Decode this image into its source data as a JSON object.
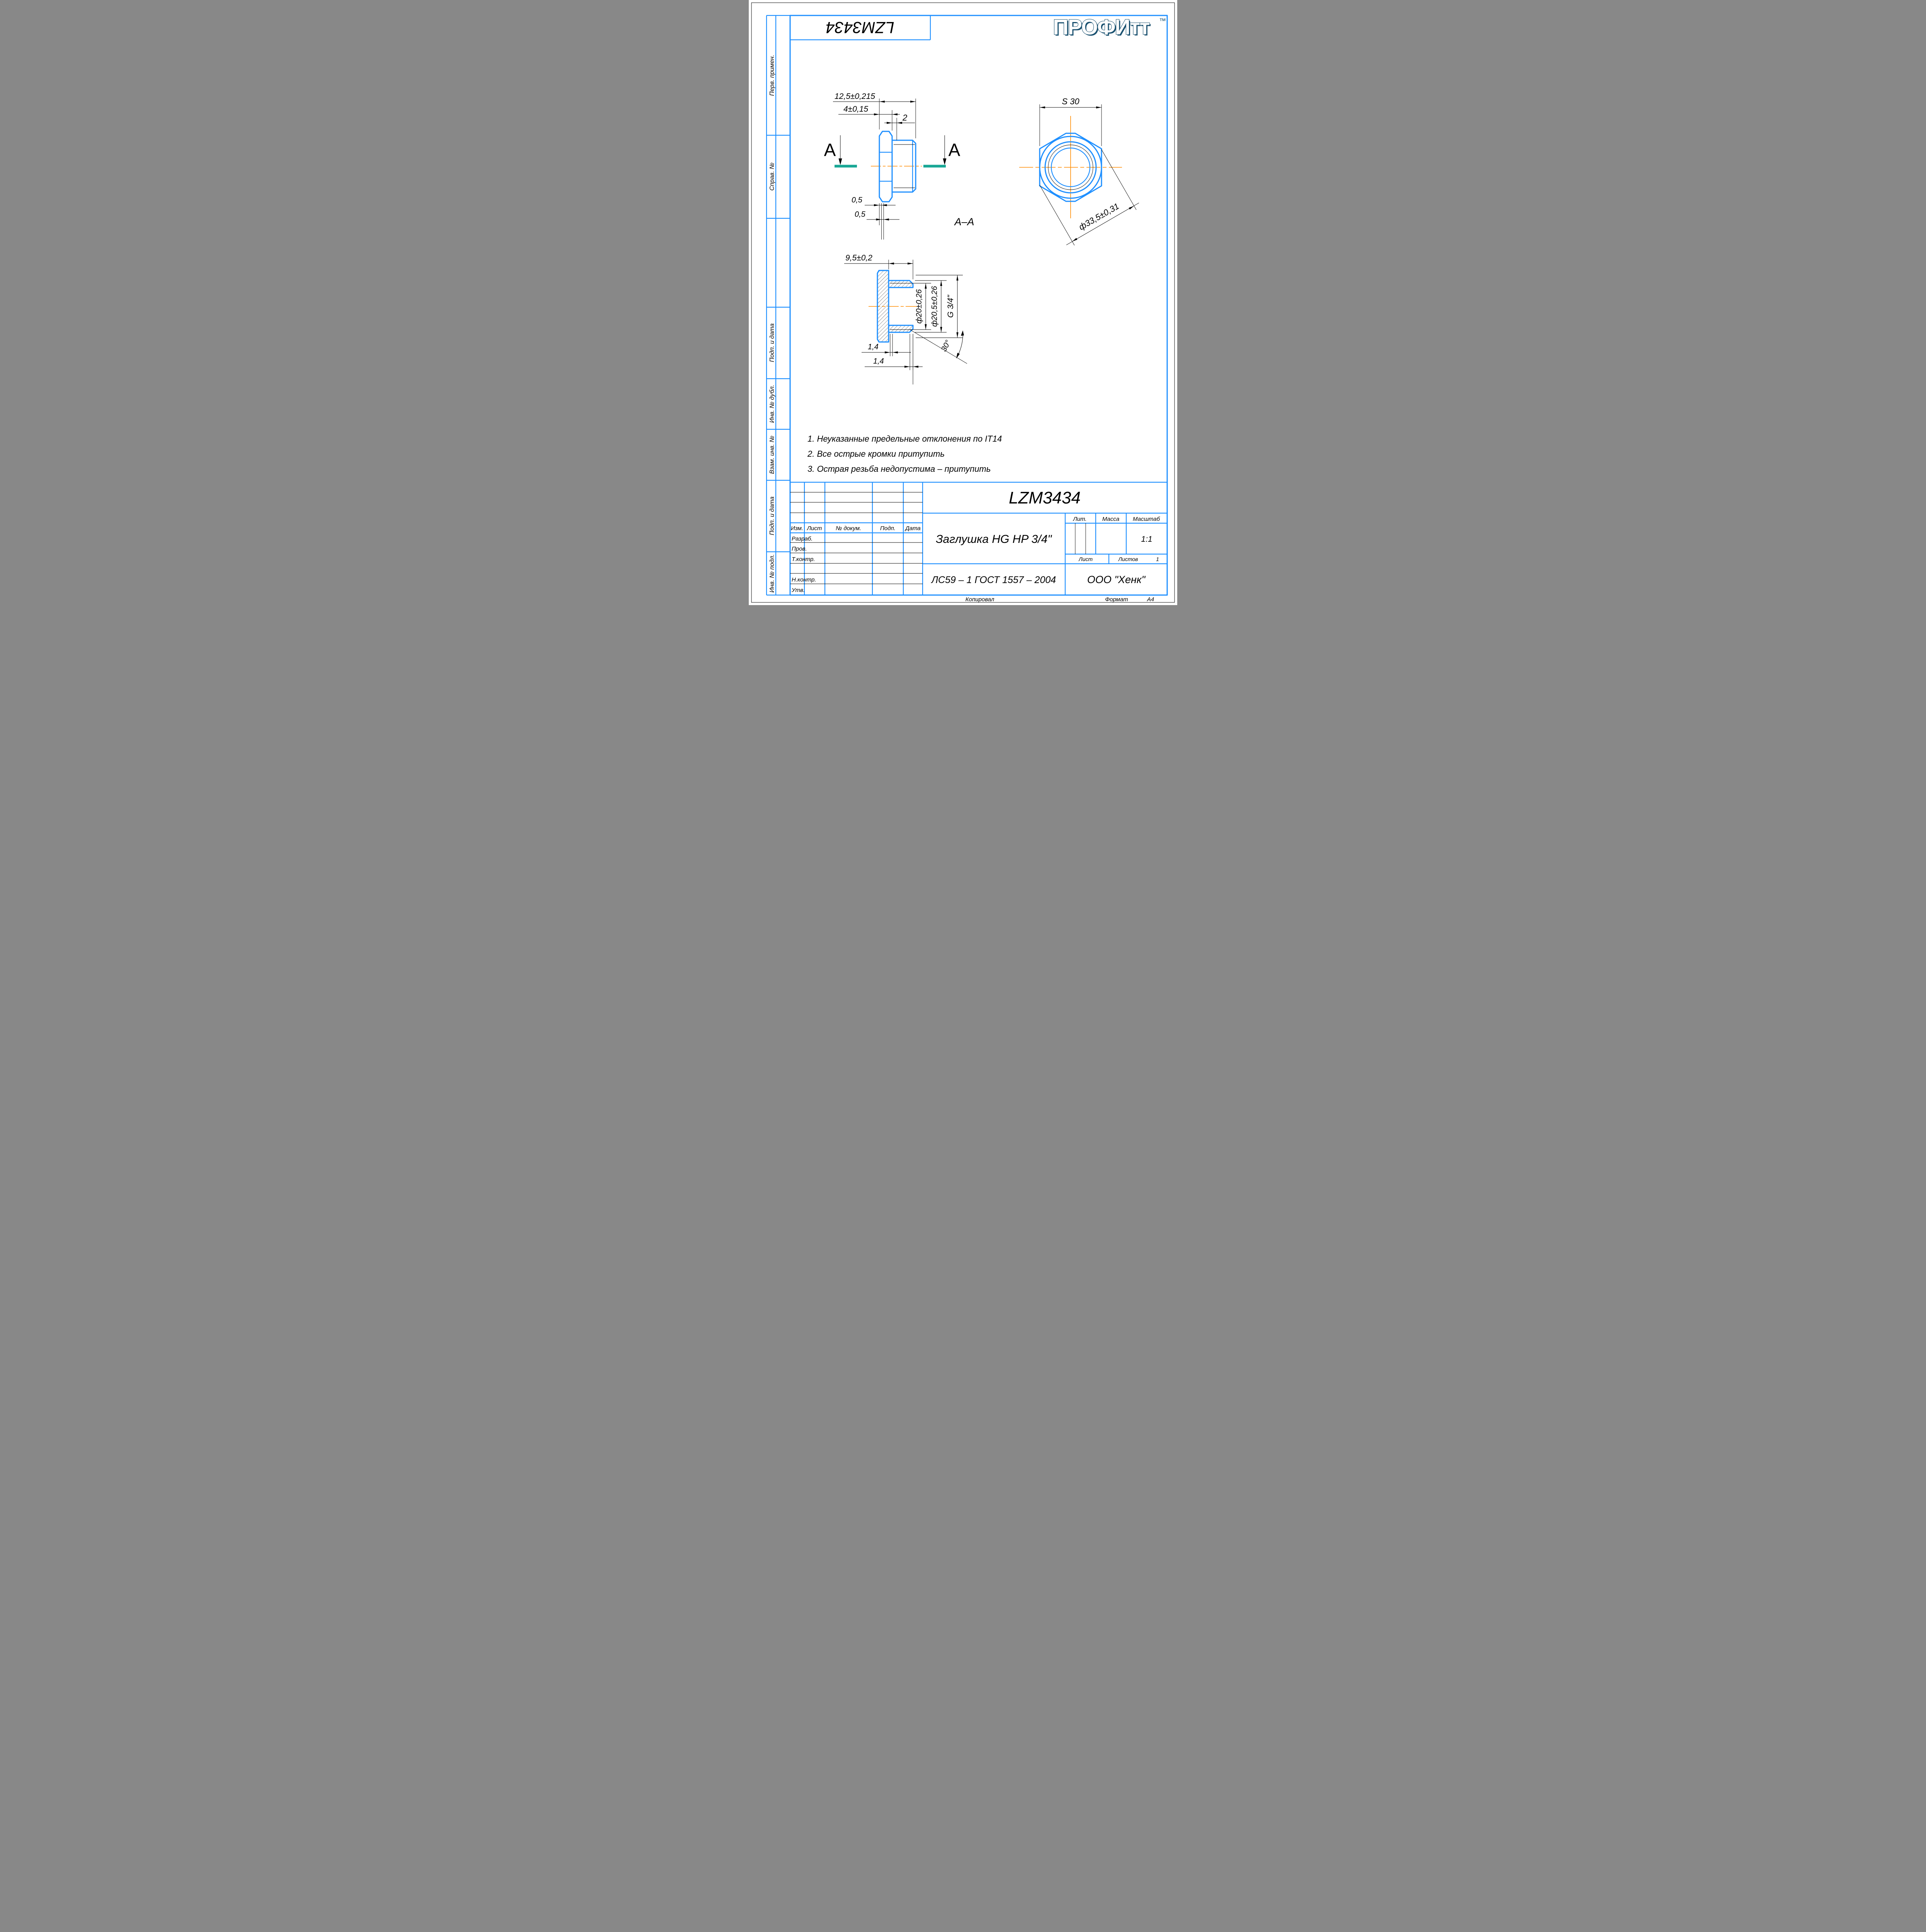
{
  "logo": {
    "text": "ПРОФИтт",
    "tm": "™"
  },
  "stamp_top": {
    "code": "LZM3434"
  },
  "sidebar": {
    "labels": [
      "Перв. примен.",
      "Справ. №",
      "Подп. и дата",
      "Инв. № дубл.",
      "Взам. инв. №",
      "Подп. и дата",
      "Инв. № подл."
    ]
  },
  "notes": {
    "lines": [
      "1. Неуказанные предельные отклонения по IT14",
      "2. Все острые кромки притупить",
      "3. Острая резьба недопустима – притупить"
    ]
  },
  "views": {
    "side": {
      "dim_length": "12,5±0,215",
      "dim_flange": "4±0,15",
      "dim_2": "2",
      "dim_chamfer1": "0,5",
      "dim_chamfer2": "0,5",
      "section_letter_left": "A",
      "section_letter_right": "A",
      "section_label": "A–A"
    },
    "hex": {
      "dim_flats": "S 30",
      "dim_corners": "ф33,5±0,31"
    },
    "section": {
      "dim_95": "9,5±0,2",
      "dim_d20": "ф20±0,26",
      "dim_d205": "ф20,5±0,26",
      "dim_thread": "G 3/4\"",
      "dim_angle": "30°",
      "dim_14a": "1,4",
      "dim_14b": "1,4"
    }
  },
  "title_block": {
    "doc_number": "LZM3434",
    "part_title": "Заглушка HG HP 3/4\"",
    "material": "ЛС59 – 1 ГОСТ 1557 – 2004",
    "company": "ООО \"Хенк\"",
    "col_izm": "Изм.",
    "col_list": "Лист",
    "col_doc": "№ докум.",
    "col_sign": "Подп.",
    "col_date": "Дата",
    "row_razrab": "Разраб.",
    "row_prov": "Пров.",
    "row_tkontr": "Т.контр.",
    "row_nkontr": "Н.контр.",
    "row_utv": "Утв.",
    "lit_label": "Лит.",
    "mass_label": "Масса",
    "scale_label": "Масштаб",
    "scale_value": "1:1",
    "sheet_label": "Лист",
    "sheets_label": "Листов",
    "sheets_value": "1"
  },
  "footer": {
    "copied": "Копировал",
    "format_label": "Формат",
    "format_value": "A4"
  }
}
